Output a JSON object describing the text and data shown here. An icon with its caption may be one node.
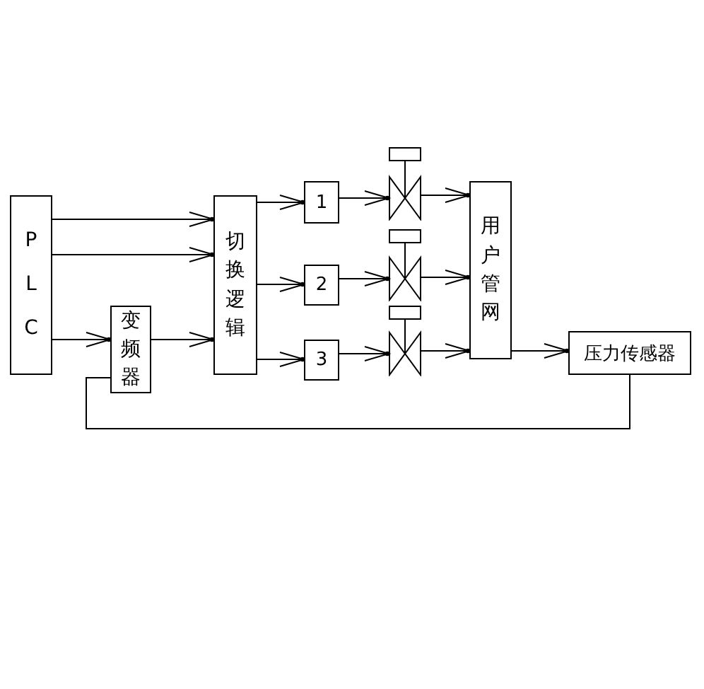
{
  "diagram": {
    "nodes": [
      {
        "text": [
          "PLC"
        ]
      },
      {
        "text": [
          "变频器"
        ]
      },
      {
        "text": [
          "切换逻辑"
        ]
      },
      {
        "text": [
          "1"
        ]
      },
      {
        "text": [
          "2"
        ]
      },
      {
        "text": [
          "3"
        ]
      },
      {
        "text": [],
        "shape": "valve"
      },
      {
        "text": [],
        "shape": "valve"
      },
      {
        "text": [],
        "shape": "valve"
      },
      {
        "text": [
          "用户管网"
        ]
      },
      {
        "text": [
          "压力传感器"
        ]
      }
    ],
    "edges": [
      {
        "from": 0,
        "to": 2,
        "arrow": "to"
      },
      {
        "from": 0,
        "to": 2,
        "arrow": "to"
      },
      {
        "from": 0,
        "to": 1,
        "arrow": "to"
      },
      {
        "from": 1,
        "to": 2,
        "arrow": "to"
      },
      {
        "from": 2,
        "to": 3,
        "arrow": "to"
      },
      {
        "from": 2,
        "to": 4,
        "arrow": "to"
      },
      {
        "from": 2,
        "to": 5,
        "arrow": "to"
      },
      {
        "from": 3,
        "to": 6,
        "arrow": "to"
      },
      {
        "from": 4,
        "to": 7,
        "arrow": "to"
      },
      {
        "from": 5,
        "to": 8,
        "arrow": "to"
      },
      {
        "from": 6,
        "to": 9,
        "arrow": "to"
      },
      {
        "from": 7,
        "to": 9,
        "arrow": "to"
      },
      {
        "from": 8,
        "to": 9,
        "arrow": "to"
      },
      {
        "from": 9,
        "to": 10,
        "arrow": "to"
      },
      {
        "from": 10,
        "to": 1,
        "arrow": "none"
      }
    ]
  }
}
